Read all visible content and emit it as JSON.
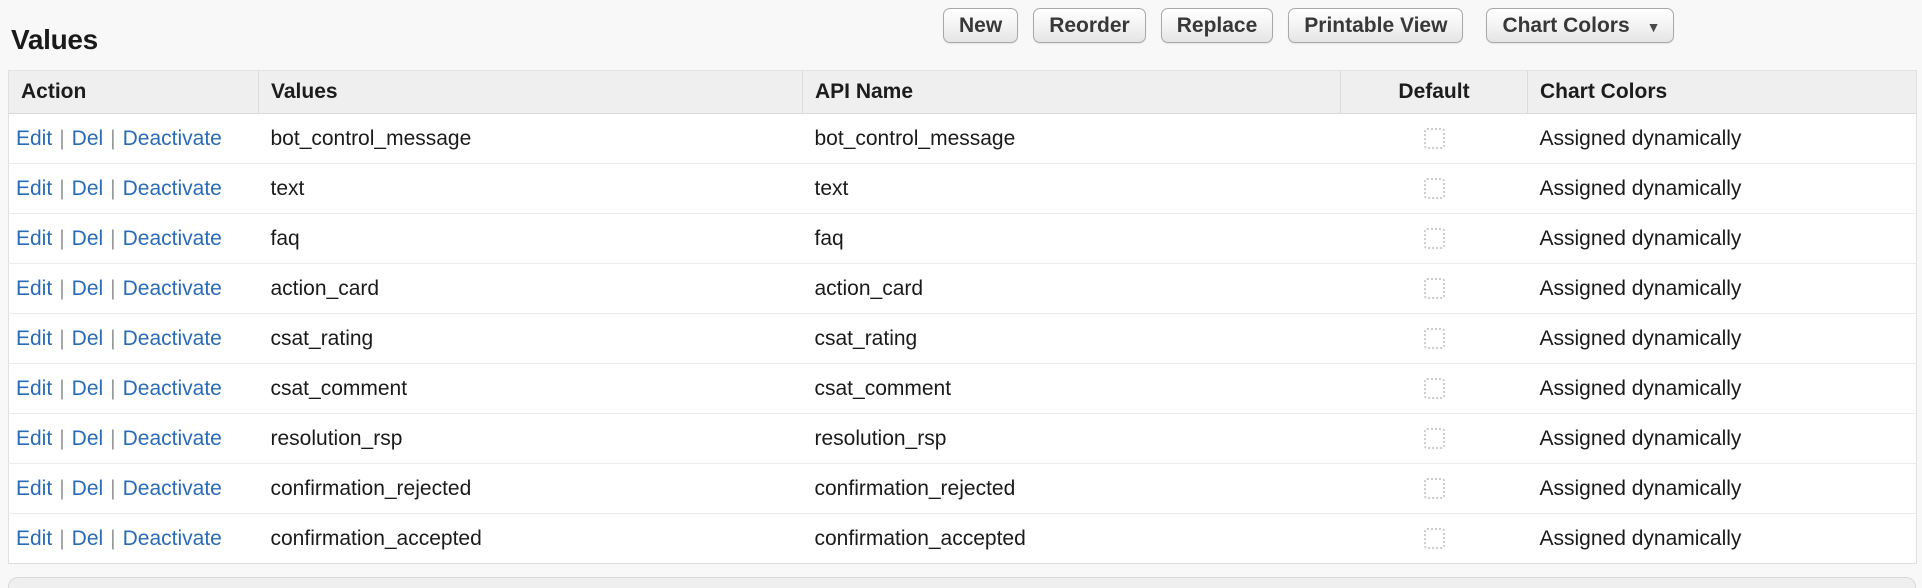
{
  "title": "Values",
  "toolbar": {
    "new_label": "New",
    "reorder_label": "Reorder",
    "replace_label": "Replace",
    "printable_view_label": "Printable View",
    "chart_colors_label": "Chart Colors",
    "chart_colors_caret": "▼"
  },
  "table": {
    "headers": {
      "action": "Action",
      "values": "Values",
      "api_name": "API Name",
      "default": "Default",
      "chart_colors": "Chart Colors"
    },
    "action_labels": {
      "edit": "Edit",
      "del": "Del",
      "deactivate": "Deactivate",
      "separator": "|"
    },
    "rows": [
      {
        "value": "bot_control_message",
        "api_name": "bot_control_message",
        "default_checked": false,
        "chart_colors": "Assigned dynamically"
      },
      {
        "value": "text",
        "api_name": "text",
        "default_checked": false,
        "chart_colors": "Assigned dynamically"
      },
      {
        "value": "faq",
        "api_name": "faq",
        "default_checked": false,
        "chart_colors": "Assigned dynamically"
      },
      {
        "value": "action_card",
        "api_name": "action_card",
        "default_checked": false,
        "chart_colors": "Assigned dynamically"
      },
      {
        "value": "csat_rating",
        "api_name": "csat_rating",
        "default_checked": false,
        "chart_colors": "Assigned dynamically"
      },
      {
        "value": "csat_comment",
        "api_name": "csat_comment",
        "default_checked": false,
        "chart_colors": "Assigned dynamically"
      },
      {
        "value": "resolution_rsp",
        "api_name": "resolution_rsp",
        "default_checked": false,
        "chart_colors": "Assigned dynamically"
      },
      {
        "value": "confirmation_rejected",
        "api_name": "confirmation_rejected",
        "default_checked": false,
        "chart_colors": "Assigned dynamically"
      },
      {
        "value": "confirmation_accepted",
        "api_name": "confirmation_accepted",
        "default_checked": false,
        "chart_colors": "Assigned dynamically"
      }
    ]
  },
  "colors": {
    "page_bg": "#f8f8f8",
    "link": "#2a6bb8",
    "header_bg": "#efefef",
    "row_border": "#ebebeb",
    "button_text": "#383838",
    "checkbox_border": "#cccccc"
  }
}
